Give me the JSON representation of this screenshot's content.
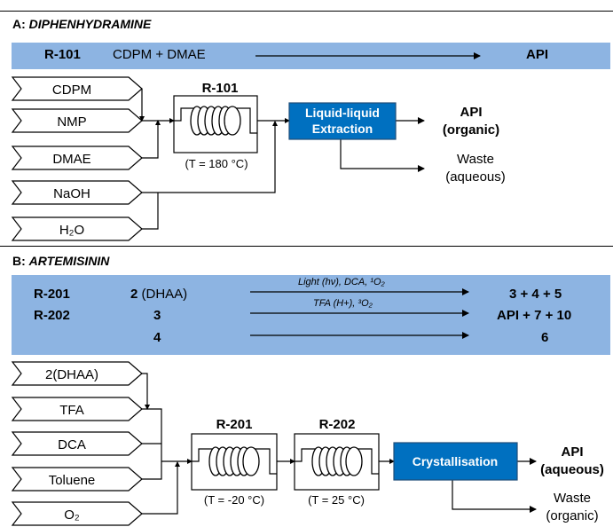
{
  "section_a": {
    "prefix": "A: ",
    "title": "DIPHENHYDRAMINE",
    "band": {
      "reactor": "R-101",
      "reaction": "CDPM + DMAE",
      "product": "API"
    },
    "inputs": [
      "CDPM",
      "NMP",
      "DMAE",
      "NaOH",
      "H₂O"
    ],
    "reactor": {
      "label": "R-101",
      "temp": "(T = 180 °C)"
    },
    "unit_op": {
      "line1": "Liquid-liquid",
      "line2": "Extraction"
    },
    "product_out": {
      "line1": "API",
      "line2": "(organic)"
    },
    "waste_out": {
      "line1": "Waste",
      "line2": "(aqueous)"
    }
  },
  "section_b": {
    "prefix": "B: ",
    "title": "ARTEMISININ",
    "band": {
      "rows": [
        {
          "reactor": "R-201",
          "reactant_num": "2",
          "reactant_name": " (DHAA)",
          "condition": "Light (hν), DCA, ¹O₂",
          "product": "3 + 4 + 5"
        },
        {
          "reactor": "R-202",
          "reactant_num": "3",
          "reactant_name": "",
          "condition": "TFA (H+), ³O₂",
          "product": "API + 7 + 10"
        },
        {
          "reactor": "",
          "reactant_num": "4",
          "reactant_name": "",
          "condition": "",
          "product": "6"
        }
      ]
    },
    "inputs": [
      "2(DHAA)",
      "TFA",
      "DCA",
      "Toluene",
      "O₂"
    ],
    "reactor_1": {
      "label": "R-201",
      "temp": "(T = -20 °C)"
    },
    "reactor_2": {
      "label": "R-202",
      "temp": "(T = 25 °C)"
    },
    "unit_op": {
      "label": "Crystallisation"
    },
    "product_out": {
      "line1": "API",
      "line2": "(aqueous)"
    },
    "waste_out": {
      "line1": "Waste",
      "line2": "(organic)"
    }
  },
  "colors": {
    "band": "#8db4e2",
    "unit_box": "#0070c0",
    "unit_border": "#1f4e79"
  }
}
